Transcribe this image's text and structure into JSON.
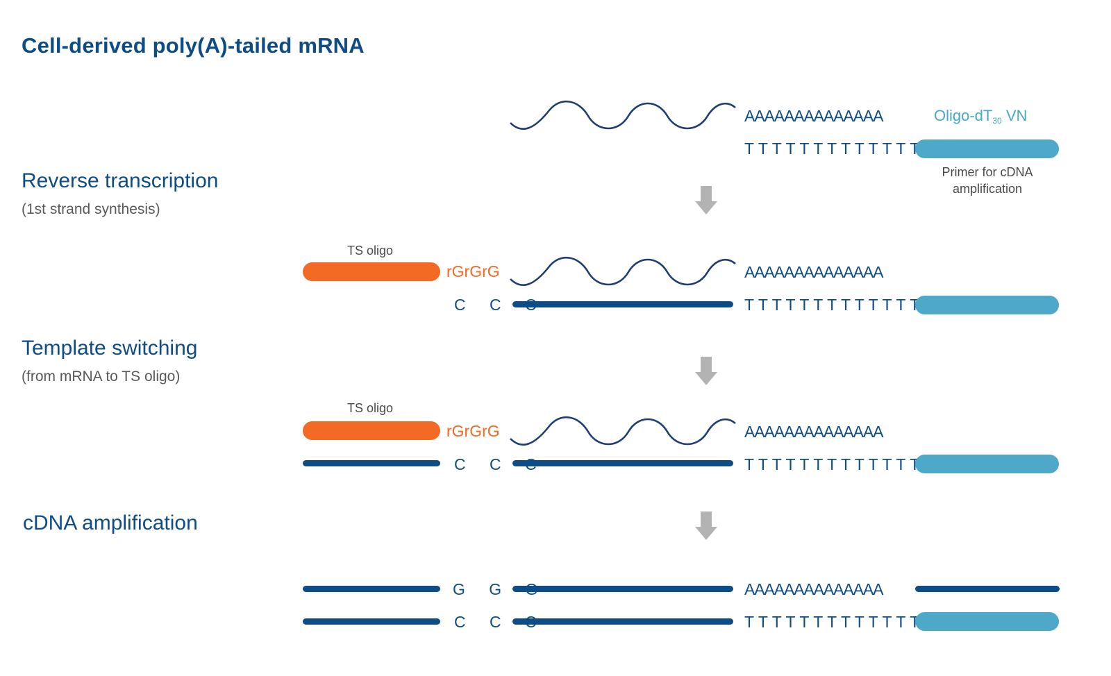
{
  "title": "Cell-derived poly(A)-tailed mRNA",
  "colors": {
    "dark_blue": "#0e4c86",
    "orange": "#f26a24",
    "cyan": "#4ea9c8",
    "arrow_gray": "#b3b3b3",
    "sub_text": "#595959"
  },
  "steps": [
    {
      "title": "Reverse transcription",
      "subtitle": "(1st strand synthesis)"
    },
    {
      "title": "Template switching",
      "subtitle": "(from mRNA to TS oligo)"
    },
    {
      "title": "cDNA amplification",
      "subtitle": ""
    }
  ],
  "sequences": {
    "polyA": "AAAAAAAAAAAAAA",
    "polyT": "TTTTTTTTTTTTTT",
    "rGrGrG": "rGrGrG",
    "ccc": "C C C",
    "ggg": "G G G"
  },
  "labels": {
    "oligo_prefix": "Oligo-dT",
    "oligo_subscript": "30",
    "oligo_suffix": " VN",
    "primer_line1": "Primer for cDNA",
    "primer_line2": "amplification",
    "ts_oligo": "TS oligo"
  },
  "icons": {
    "arrow": "arrow-down-icon",
    "mrna": "mrna-wave-icon"
  }
}
